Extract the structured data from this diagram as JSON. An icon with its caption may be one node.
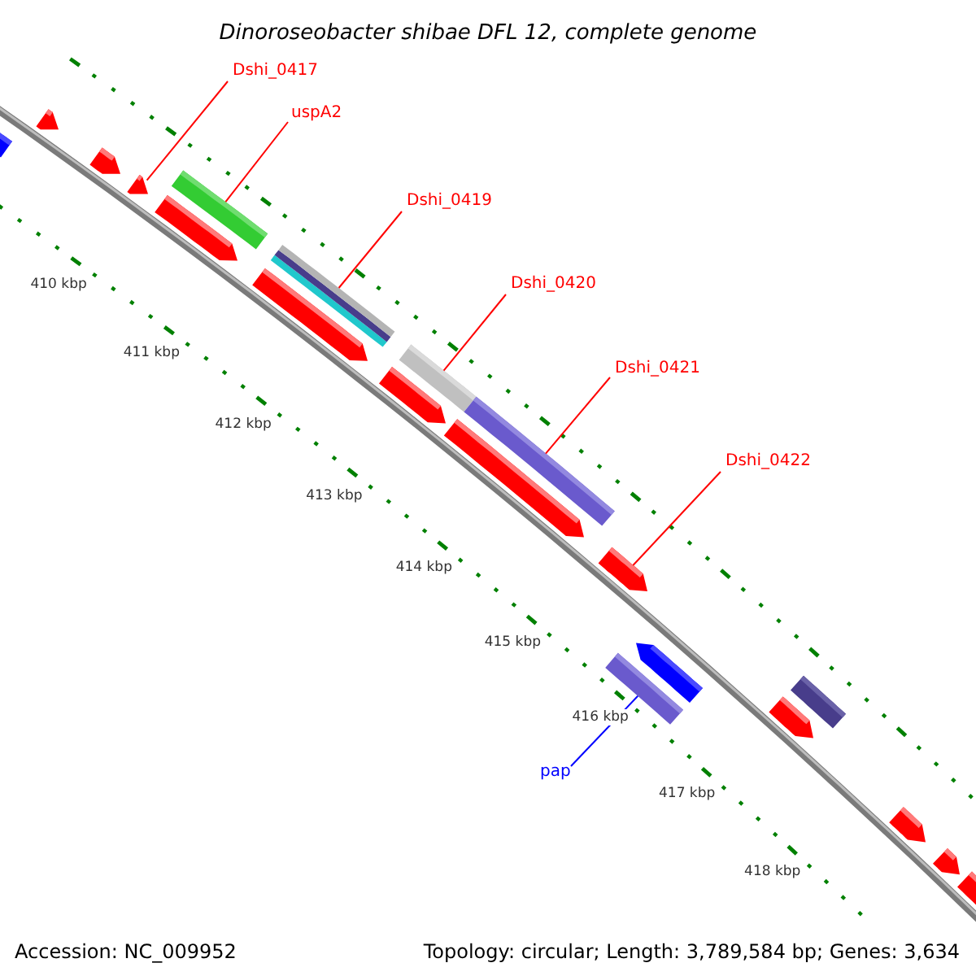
{
  "diagram": {
    "title": "Dinoroseobacter shibae DFL 12, complete genome",
    "nodes": [
      {
        "text": [
          "Dshi_0417"
        ]
      },
      {
        "text": [
          "uspA2"
        ]
      },
      {
        "text": [
          "Dshi_0419"
        ]
      },
      {
        "text": [
          "Dshi_0420"
        ]
      },
      {
        "text": [
          "Dshi_0421"
        ]
      },
      {
        "text": [
          "Dshi_0422"
        ]
      },
      {
        "text": [
          "pap"
        ]
      },
      {
        "text": [],
        "shape": "arrow"
      },
      {
        "text": [],
        "shape": "arrow"
      },
      {
        "text": [],
        "shape": "arrow"
      },
      {
        "text": [],
        "shape": "arrow"
      },
      {
        "text": [],
        "shape": "arrow"
      },
      {
        "text": [],
        "shape": "bar"
      },
      {
        "text": [],
        "shape": "arrow"
      },
      {
        "text": [],
        "shape": "bar"
      },
      {
        "text": [],
        "shape": "arrow"
      },
      {
        "text": [],
        "shape": "bar"
      },
      {
        "text": [],
        "shape": "arrow"
      },
      {
        "text": [],
        "shape": "bar"
      },
      {
        "text": [],
        "shape": "arrow"
      },
      {
        "text": [],
        "shape": "bar"
      },
      {
        "text": [],
        "shape": "arrow"
      },
      {
        "text": [],
        "shape": "arrow"
      },
      {
        "text": [],
        "shape": "bar"
      },
      {
        "text": [],
        "shape": "arrow"
      },
      {
        "text": [],
        "shape": "arrow"
      },
      {
        "text": [],
        "shape": "arrow"
      }
    ],
    "edges": [
      {
        "from": 0,
        "to": 10,
        "arrow": "none"
      },
      {
        "from": 1,
        "to": 12,
        "arrow": "none"
      },
      {
        "from": 2,
        "to": 14,
        "arrow": "none"
      },
      {
        "from": 3,
        "to": 16,
        "arrow": "none"
      },
      {
        "from": 4,
        "to": 18,
        "arrow": "none"
      },
      {
        "from": 5,
        "to": 19,
        "arrow": "none"
      },
      {
        "from": 6,
        "to": 20,
        "arrow": "none",
        "color": "#0000ff"
      }
    ],
    "labels": [
      "410 kbp",
      "411 kbp",
      "412 kbp",
      "413 kbp",
      "414 kbp",
      "415 kbp",
      "416 kbp",
      "417 kbp",
      "418 kbp",
      "Accession: NC_009952",
      "Topology: circular; Length: 3,789,584 bp; Genes: 3,634"
    ]
  }
}
